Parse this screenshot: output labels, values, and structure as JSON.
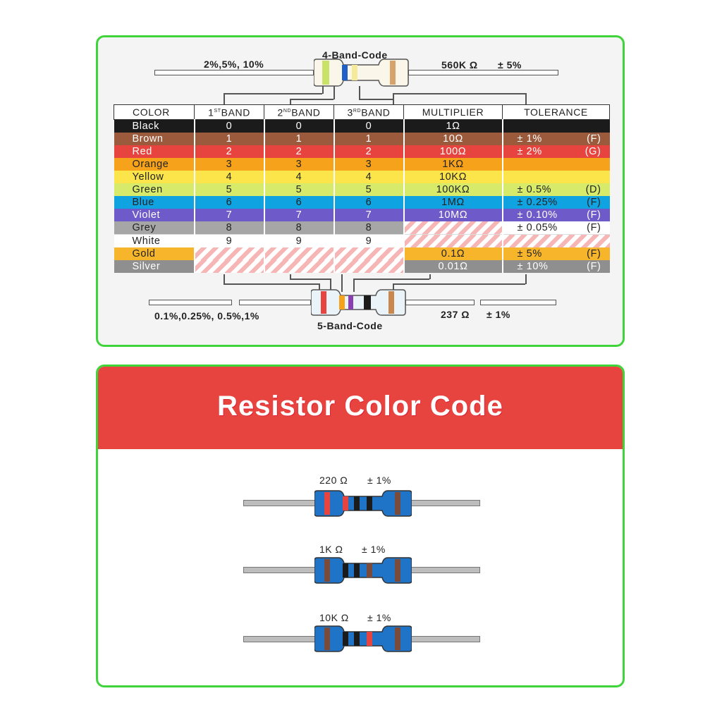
{
  "top_card": {
    "four_band": {
      "title": "4-Band-Code",
      "tolerance_options": "2%,5%, 10%",
      "example_value": "560K Ω",
      "example_tolerance": "± 5%"
    },
    "table": {
      "headers": [
        "COLOR",
        "BAND",
        "BAND",
        "BAND",
        "MULTIPLIER",
        "TOLERANCE"
      ],
      "header_sups": [
        "",
        "ST",
        "ND",
        "RD",
        "",
        ""
      ],
      "header_nums": [
        "",
        "1",
        "2",
        "3",
        "",
        ""
      ],
      "rows": [
        {
          "color": "Black",
          "b1": "0",
          "b2": "0",
          "b3": "0",
          "mult": "1Ω",
          "tol": "",
          "tol_code": ""
        },
        {
          "color": "Brown",
          "b1": "1",
          "b2": "1",
          "b3": "1",
          "mult": "10Ω",
          "tol": "±  1%",
          "tol_code": "(F)"
        },
        {
          "color": "Red",
          "b1": "2",
          "b2": "2",
          "b3": "2",
          "mult": "100Ω",
          "tol": "±  2%",
          "tol_code": "(G)"
        },
        {
          "color": "Orange",
          "b1": "3",
          "b2": "3",
          "b3": "3",
          "mult": "1KΩ",
          "tol": "",
          "tol_code": ""
        },
        {
          "color": "Yellow",
          "b1": "4",
          "b2": "4",
          "b3": "4",
          "mult": "10KΩ",
          "tol": "",
          "tol_code": ""
        },
        {
          "color": "Green",
          "b1": "5",
          "b2": "5",
          "b3": "5",
          "mult": "100KΩ",
          "tol": "±  0.5%",
          "tol_code": "(D)"
        },
        {
          "color": "Blue",
          "b1": "6",
          "b2": "6",
          "b3": "6",
          "mult": "1MΩ",
          "tol": "±  0.25%",
          "tol_code": "(F)"
        },
        {
          "color": "Violet",
          "b1": "7",
          "b2": "7",
          "b3": "7",
          "mult": "10MΩ",
          "tol": "±  0.10%",
          "tol_code": "(F)"
        },
        {
          "color": "Grey",
          "b1": "8",
          "b2": "8",
          "b3": "8",
          "mult": "",
          "tol": "±  0.05%",
          "tol_code": "(F)"
        },
        {
          "color": "White",
          "b1": "9",
          "b2": "9",
          "b3": "9",
          "mult": "",
          "tol": "",
          "tol_code": ""
        },
        {
          "color": "Gold",
          "b1": "",
          "b2": "",
          "b3": "",
          "mult": "0.1Ω",
          "tol": "±  5%",
          "tol_code": "(F)"
        },
        {
          "color": "Silver",
          "b1": "",
          "b2": "",
          "b3": "",
          "mult": "0.01Ω",
          "tol": "±  10%",
          "tol_code": "(F)"
        }
      ]
    },
    "five_band": {
      "title": "5-Band-Code",
      "tolerance_options": "0.1%,0.25%, 0.5%,1%",
      "example_value": "237 Ω",
      "example_tolerance": "± 1%"
    }
  },
  "bottom_card": {
    "title": "Resistor Color Code",
    "examples": [
      {
        "value": "220 Ω",
        "tolerance": "± 1%"
      },
      {
        "value": "1K Ω",
        "tolerance": "± 1%"
      },
      {
        "value": "10K Ω",
        "tolerance": "± 1%"
      }
    ]
  },
  "colors": {
    "border_green": "#3fd43a",
    "banner_red": "#e8443f",
    "resistor_blue": "#1f74c8",
    "black": "#1b1b1b",
    "brown": "#9b5a3c",
    "red": "#e8443f",
    "orange": "#f7a21b",
    "yellow": "#fbe54a",
    "green": "#d8ea6a",
    "blue": "#0fa3e2",
    "violet": "#6e5bc9",
    "grey": "#a6a6a6",
    "white": "#ffffff",
    "gold": "#f7b52b",
    "silver": "#8f8f8f"
  }
}
